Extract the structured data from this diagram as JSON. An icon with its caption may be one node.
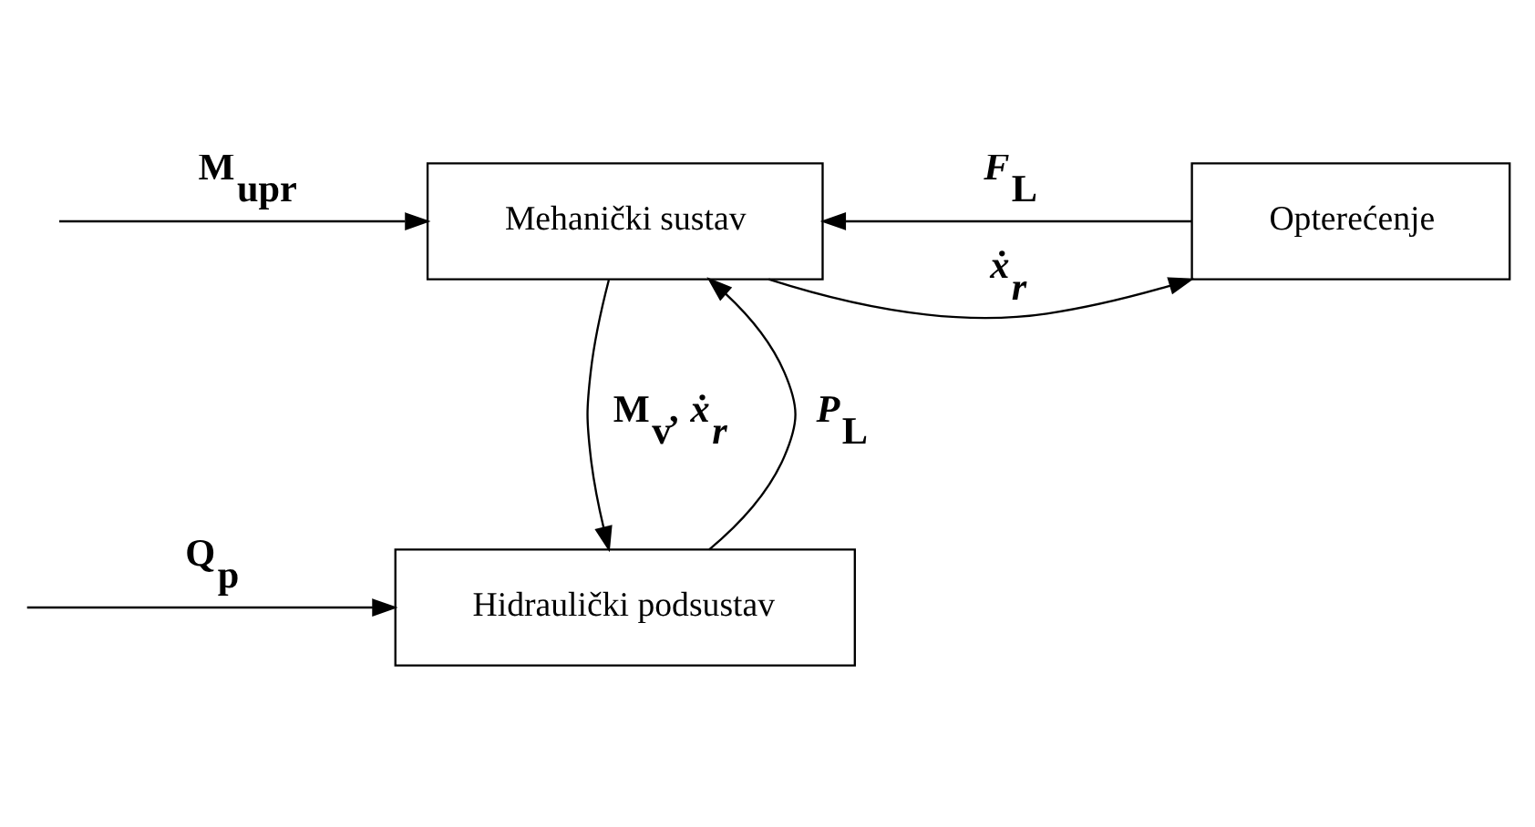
{
  "diagram": {
    "nodes": [
      {
        "text": [
          "Mehanički sustav"
        ]
      },
      {
        "text": [
          "Opterećenje"
        ]
      },
      {
        "text": [
          "Hidraulički podsustav"
        ]
      }
    ],
    "edges": [
      {
        "from": null,
        "to": 0,
        "arrow": "to",
        "label": "M$_{upr}$"
      },
      {
        "from": 0,
        "to": 1,
        "arrow": "to",
        "label": "*ẋ$_{r}$*"
      },
      {
        "from": 1,
        "to": 0,
        "arrow": "to",
        "label": "*F*$_{L}$"
      },
      {
        "from": 0,
        "to": 2,
        "arrow": "to",
        "label": "M$_{v}$, *ẋ$_{r}$*"
      },
      {
        "from": 2,
        "to": 0,
        "arrow": "to",
        "label": "*P*$_{L}$"
      },
      {
        "from": null,
        "to": 2,
        "arrow": "to",
        "label": "Q$_{p}$"
      }
    ]
  }
}
